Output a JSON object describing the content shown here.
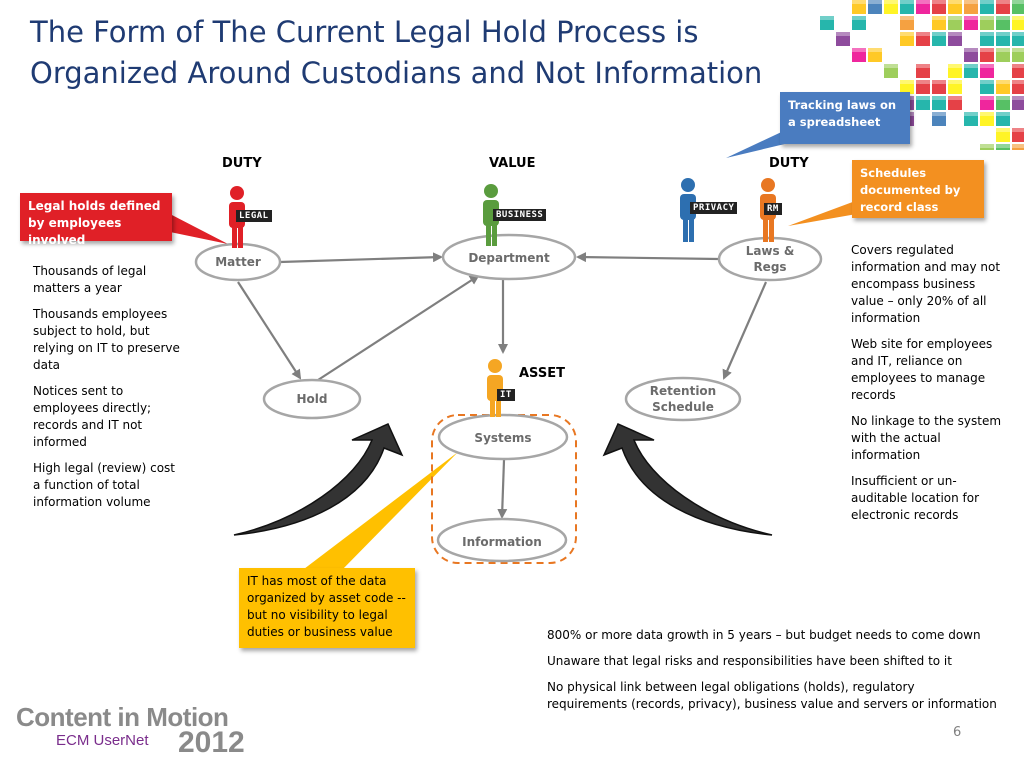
{
  "title": "The Form of The Current Legal Hold Process is Organized Around Custodians and Not Information",
  "columns": {
    "duty_left": "DUTY",
    "value": "VALUE",
    "duty_right": "DUTY",
    "asset": "ASSET"
  },
  "nodes": {
    "matter": "Matter",
    "department": "Department",
    "laws_regs": "Laws & Regs",
    "hold": "Hold",
    "retention": "Retention Schedule",
    "systems": "Systems",
    "information": "Information"
  },
  "figures": {
    "legal": "LEGAL",
    "business": "BUSINESS",
    "privacy": "PRIVACY",
    "rm": "RM",
    "it": "IT"
  },
  "callouts": {
    "legal_holds": "Legal holds defined by employees involved",
    "tracking": "Tracking laws on a spreadsheet",
    "schedules": "Schedules documented by record class",
    "it_data": "IT has most of the data organized by asset code -- but no visibility to legal duties  or business value"
  },
  "left_notes": [
    "Thousands of legal matters a year",
    "Thousands employees subject to hold, but relying on IT to preserve data",
    "Notices sent to employees directly; records and IT not informed",
    "High legal (review) cost a function of total information volume"
  ],
  "right_notes": [
    "Covers regulated information and may not encompass business value – only 20% of all information",
    "Web site for employees and IT, reliance on employees to manage records",
    "No linkage to the system with the actual information",
    "Insufficient or un-auditable location for electronic records"
  ],
  "bottom_notes": [
    "800% or more data growth in 5 years – but budget needs to come down",
    "Unaware that legal risks and responsibilities have been shifted to it",
    "No physical link between legal obligations (holds), regulatory requirements (records, privacy), business value and servers or information"
  ],
  "logo": {
    "line1": "Content in Motion",
    "line2": "ECM UserNet",
    "year": "2012"
  },
  "page_number": "6",
  "colors": {
    "title": "#1f3b73",
    "legal_red": "#e02027",
    "callout_blue": "#4a7cc0",
    "callout_orange": "#f39020",
    "callout_yellow": "#ffc000",
    "business_green": "#5a9c3e",
    "privacy_blue": "#2d6fb0",
    "rm_orange": "#e87722",
    "it_orange": "#f5a623"
  }
}
